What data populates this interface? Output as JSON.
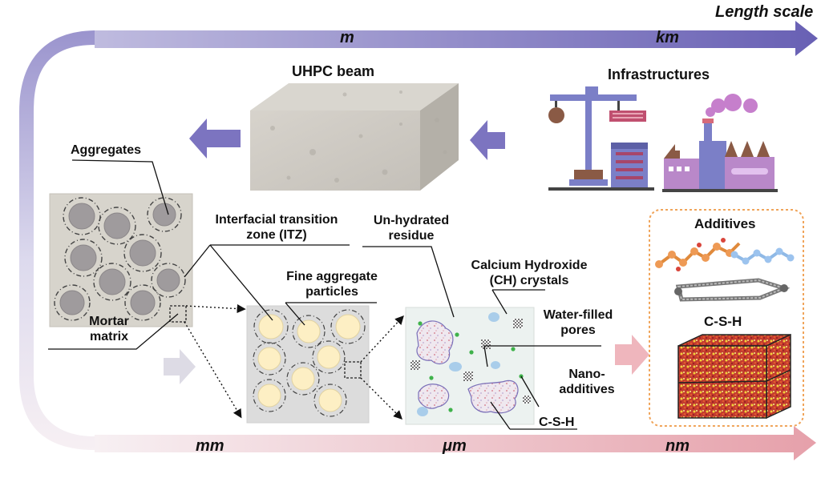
{
  "length_scale": "Length scale",
  "scales": {
    "m": "m",
    "km": "km",
    "mm": "mm",
    "um": "μm",
    "nm": "nm"
  },
  "labels": {
    "uhpc_beam": "UHPC beam",
    "infrastructures": "Infrastructures",
    "aggregates": "Aggregates",
    "itz_line1": "Interfacial transition",
    "itz_line2": "zone (ITZ)",
    "unhydrated_line1": "Un-hydrated",
    "unhydrated_line2": "residue",
    "ch_line1": "Calcium Hydroxide",
    "ch_line2": "(CH) crystals",
    "fine_line1": "Fine aggregate",
    "fine_line2": "particles",
    "water_line1": "Water-filled",
    "water_line2": "pores",
    "nano_line1": "Nano-",
    "nano_line2": "additives",
    "csh_micro": "C-S-H",
    "mortar_line1": "Mortar",
    "mortar_line2": "matrix",
    "additives": "Additives",
    "csh_nano": "C-S-H"
  },
  "colors": {
    "top_arrow_start": "#b7b3da",
    "top_arrow_end": "#6a63b5",
    "bottom_arrow_start": "#f3e6ea",
    "bottom_arrow_end": "#e39ba5",
    "aggregate_fill": "#9e9a9c",
    "fine_particle_fill": "#fdefc4",
    "csh_blob": "#b5abd7",
    "pore_blue": "#a9cdea",
    "nano_green": "#3fb24b",
    "additives_border": "#f0a45a"
  }
}
